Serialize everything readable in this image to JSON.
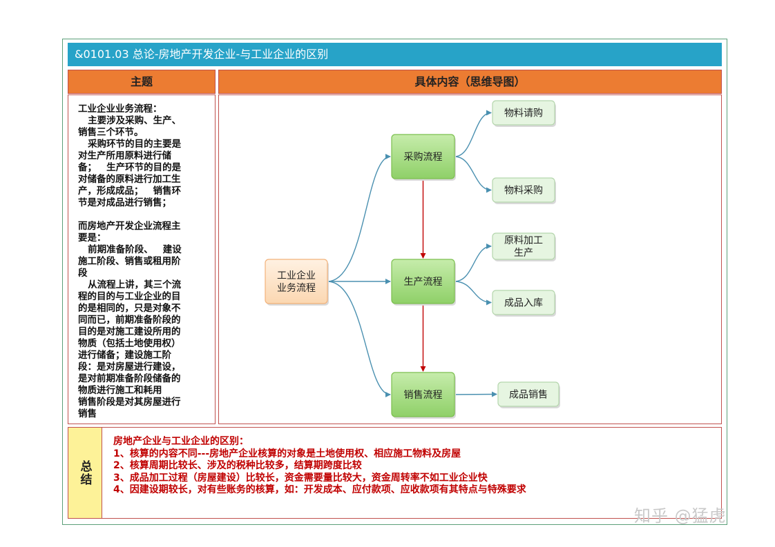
{
  "title": "&0101.03  总论-房地产开发企业-与工业企业的区别",
  "headers": {
    "topic": "主题",
    "content": "具体内容（思维导图）"
  },
  "topic_lines": [
    "工业企业业务流程：",
    "   主要涉及采购、生产、",
    "销售三个环节。",
    "   采购环节的目的主要是",
    "对生产所用原料进行储",
    "备；   生产环节的目的是",
    "对储备的原料进行加工生",
    "产，形成成品；   销售环",
    "节是对成品进行销售；",
    "",
    "而房地产开发企业流程主",
    "要是：",
    "   前期准备阶段、   建设",
    "施工阶段、销售或租用阶",
    "段",
    "   从流程上讲，其三个流",
    "程的目的与工业企业的目",
    "的是相同的，只是对象不",
    "同而已，前期准备阶段的",
    "目的是对施工建设所用的",
    "物质（包括土地使用权）",
    "进行储备；建设施工阶",
    "段：是对房屋进行建设，",
    "是对前期准备阶段储备的",
    "物质进行施工和耗用",
    "销售阶段是对其房屋进行",
    "销售"
  ],
  "mindmap": {
    "root": [
      "工业企业",
      "业务流程"
    ],
    "branches": [
      {
        "label": "采购流程",
        "children": [
          [
            "物料请购"
          ],
          [
            "物料采购"
          ]
        ]
      },
      {
        "label": "生产流程",
        "children": [
          [
            "原料加工",
            "生产"
          ],
          [
            "成品入库"
          ]
        ]
      },
      {
        "label": "销售流程",
        "children": [
          [
            "成品销售"
          ]
        ]
      }
    ]
  },
  "summary": {
    "label": "总结",
    "lines": [
      "房地产企业与工业企业的区别：",
      "1、核算的内容不同---房地产企业核算的对象是土地使用权、相应施工物料及房屋",
      "2、核算周期比较长、涉及的税种比较多，结算期跨度比较",
      "3、成品加工过程（房屋建设）比较长，资金需要量比较大，资金周转率不如工业企业快",
      "4、因建设期较长，对有些账务的核算，如：开发成本、应付款项、应收款项有其特点与特殊要求"
    ]
  },
  "watermark": "知乎 @猛虎",
  "colors": {
    "title_bar": "#27a3c8",
    "header": "#ec7c32",
    "border": "#c0504d",
    "summary_label_bg": "#fdf298",
    "summary_text": "#c00000",
    "root_node": "#fde3c8",
    "branch_node": "#a6dc7c",
    "leaf_node": "#e6f5e1",
    "connector": "#4a90b0",
    "flow_arrow": "#c00000"
  }
}
